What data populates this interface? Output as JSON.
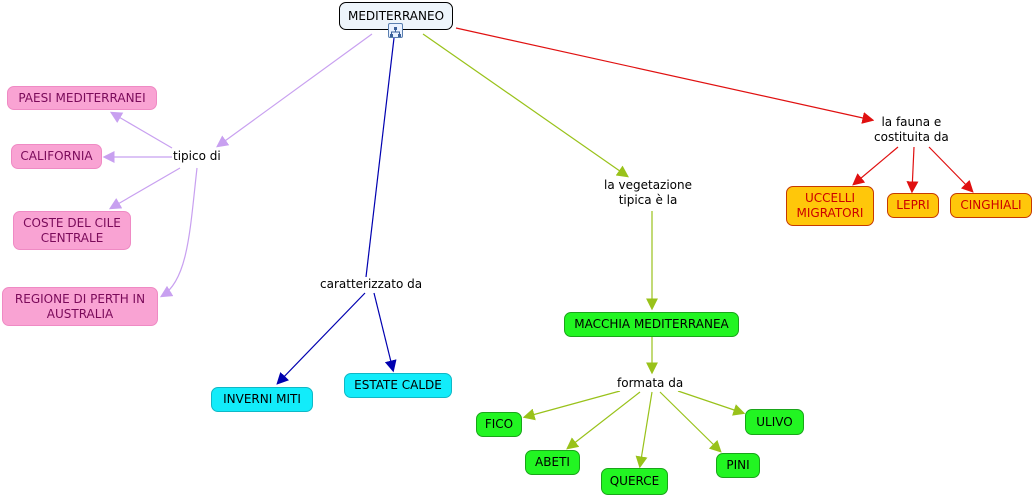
{
  "root": {
    "label": "MEDITERRANEO",
    "icon": "submap-icon"
  },
  "linking_phrases": {
    "tipico": "tipico di",
    "caratterizzato": "caratterizzato da",
    "vegetazione": "la vegetazione\ntipica è la",
    "fauna": "la fauna e\ncostituita da",
    "formata": "formata da"
  },
  "concepts": {
    "paesi": "PAESI MEDITERRANEI",
    "california": "CALIFORNIA",
    "cile": "COSTE DEL CILE\nCENTRALE",
    "perth": "REGIONE DI PERTH IN\nAUSTRALIA",
    "inverni": "INVERNI MITI",
    "estate": "ESTATE CALDE",
    "macchia": "MACCHIA MEDITERRANEA",
    "fico": "FICO",
    "abeti": "ABETI",
    "querce": "QUERCE",
    "pini": "PINI",
    "ulivo": "ULIVO",
    "uccelli": "UCCELLI\nMIGRATORI",
    "lepri": "LEPRI",
    "cinghiali": "CINGHIALI"
  },
  "colors": {
    "purple_link": "#c8a0f0",
    "blue_link": "#0000b0",
    "green_link": "#99c21a",
    "red_link": "#e01010"
  }
}
